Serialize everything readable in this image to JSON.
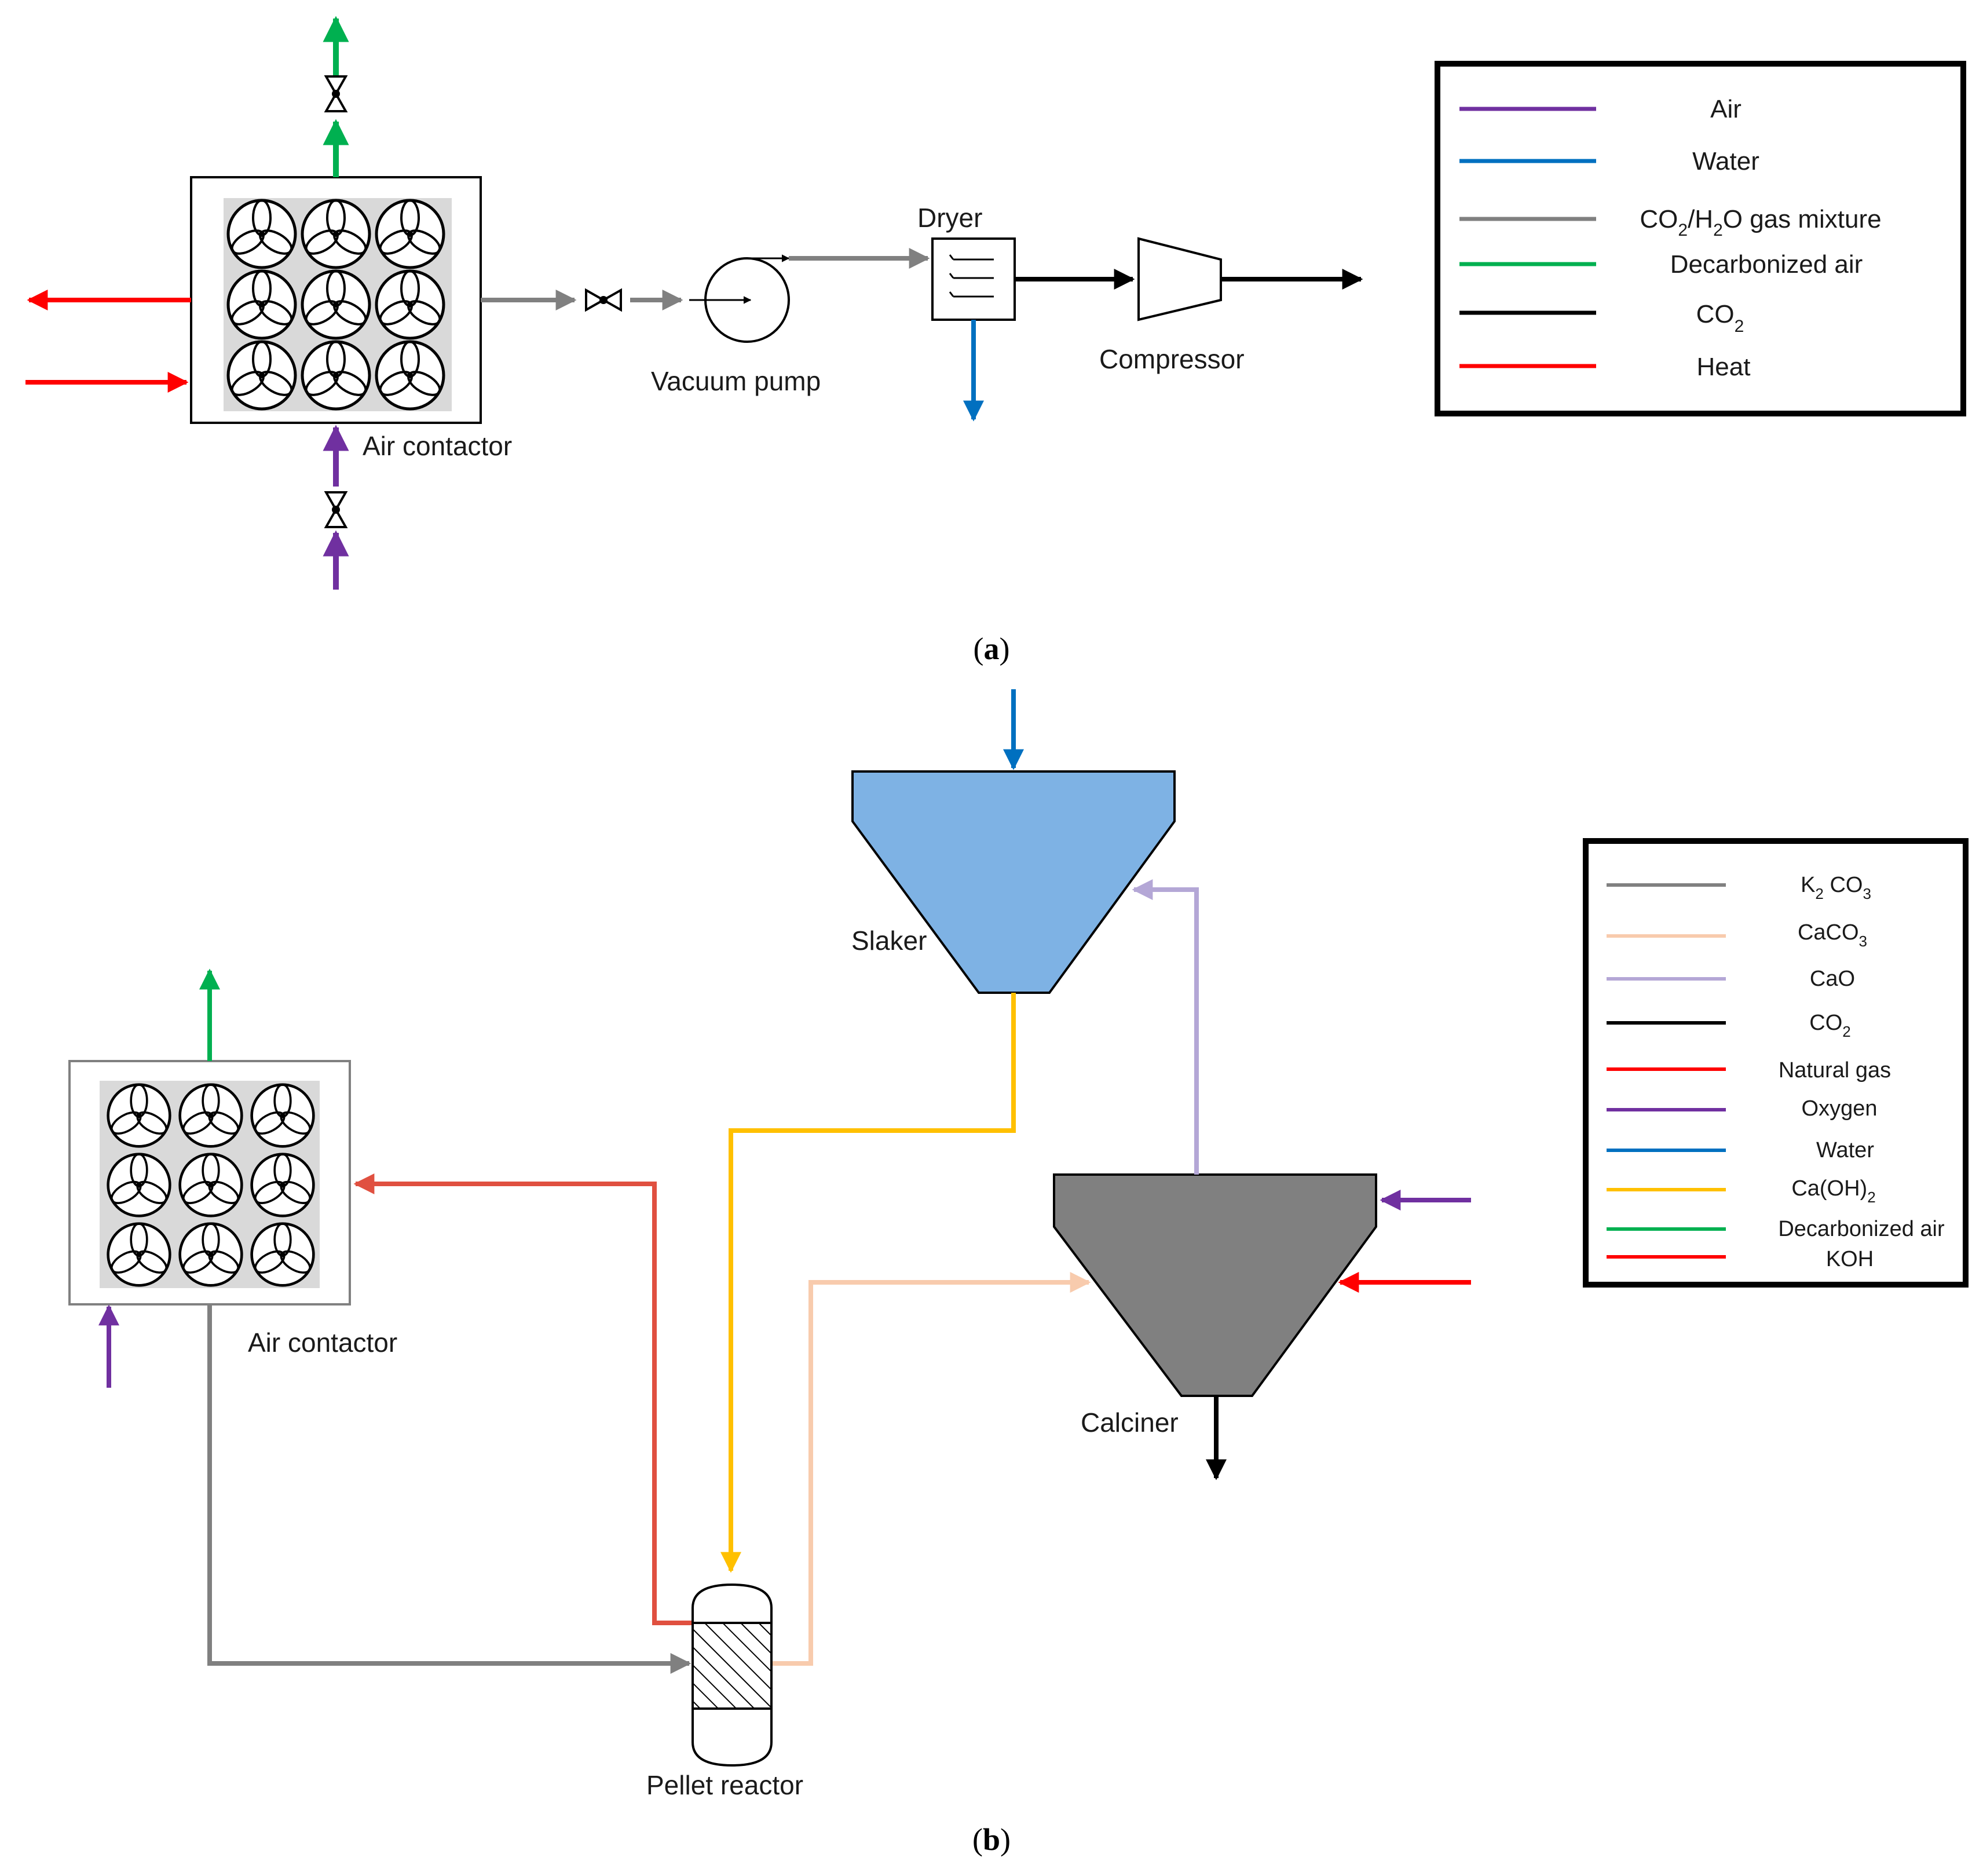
{
  "panel_a": {
    "caption": "(a)",
    "caption_paren_open": "(",
    "caption_letter": "a",
    "caption_paren_close": ")",
    "labels": {
      "air_contactor": "Air contactor",
      "vacuum_pump": "Vacuum pump",
      "dryer": "Dryer",
      "compressor": "Compressor"
    },
    "legend": [
      {
        "label": "Air",
        "color": "#7030a0"
      },
      {
        "label": "Water",
        "color": "#0070c0"
      },
      {
        "label": "CO2/H2O gas mixture",
        "color": "#808080",
        "parts": [
          "CO",
          "2",
          "/H",
          "2",
          "O gas mixture"
        ]
      },
      {
        "label": "Decarbonized air",
        "color": "#00b050"
      },
      {
        "label": "CO2",
        "color": "#000000",
        "parts": [
          "CO",
          "2"
        ]
      },
      {
        "label": "Heat",
        "color": "#ff0000"
      }
    ]
  },
  "panel_b": {
    "caption": "(b)",
    "caption_paren_open": "(",
    "caption_letter": "b",
    "caption_paren_close": ")",
    "labels": {
      "slaker": "Slaker",
      "air_contactor": "Air contactor",
      "calciner": "Calciner",
      "pellet_reactor": "Pellet reactor"
    },
    "legend": [
      {
        "label": "K2CO3",
        "color": "#808080",
        "parts": [
          "K",
          "2",
          " CO",
          "3"
        ]
      },
      {
        "label": "CaCO3",
        "color": "#f8cbad",
        "parts": [
          "CaCO",
          "3"
        ]
      },
      {
        "label": "CaO",
        "color": "#b4a7d6"
      },
      {
        "label": "CO2",
        "color": "#000000",
        "parts": [
          "CO",
          "2"
        ]
      },
      {
        "label": "Natural gas",
        "color": "#ff0000"
      },
      {
        "label": "Oxygen",
        "color": "#7030a0"
      },
      {
        "label": "Water",
        "color": "#0070c0"
      },
      {
        "label": "Ca(OH)2",
        "color": "#ffc000",
        "parts": [
          "Ca(OH)",
          "2"
        ]
      },
      {
        "label": "Decarbonized air",
        "color": "#00b050"
      },
      {
        "label": "KOH",
        "color": "#ff0000"
      }
    ]
  },
  "colors": {
    "air": "#7030a0",
    "water": "#0070c0",
    "gas_mixture": "#808080",
    "decarbonized_air": "#00b050",
    "co2": "#000000",
    "heat": "#ff0000",
    "koh_stream": "#e05040",
    "caco3": "#f8cbad",
    "cao": "#b4a7d6",
    "caoh2": "#ffc000",
    "slaker_fill": "#7eb2e4",
    "calciner_fill": "#808080"
  }
}
